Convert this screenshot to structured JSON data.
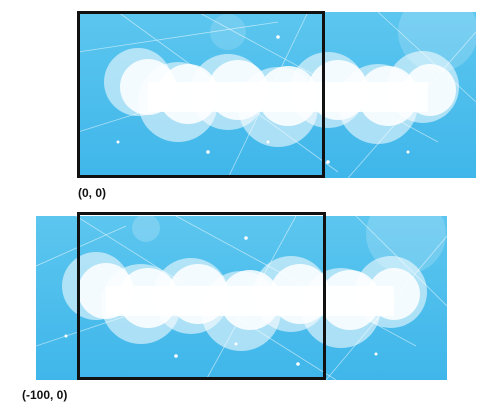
{
  "colors": {
    "sky_light": "#5cc6ef",
    "sky_dark": "#3fb6ea",
    "cloud": "#ffffff",
    "frame": "#111111"
  },
  "panels": [
    {
      "id": "top",
      "offset_label": "(0, 0)"
    },
    {
      "id": "bottom",
      "offset_label": "(-100, 0)"
    }
  ]
}
